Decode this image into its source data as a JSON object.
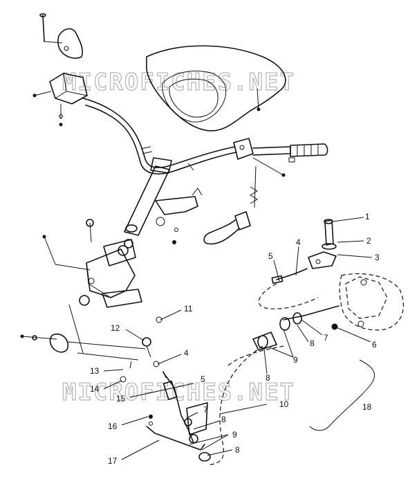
{
  "watermark": "MICROFICHES.NET",
  "callouts": [
    {
      "id": "c1",
      "label": "1"
    },
    {
      "id": "c2",
      "label": "2"
    },
    {
      "id": "c3",
      "label": "3"
    },
    {
      "id": "c4a",
      "label": "4"
    },
    {
      "id": "c5a",
      "label": "5"
    },
    {
      "id": "c6",
      "label": "6"
    },
    {
      "id": "c7a",
      "label": "7"
    },
    {
      "id": "c8a",
      "label": "8"
    },
    {
      "id": "c9a",
      "label": "9"
    },
    {
      "id": "c8b",
      "label": "8"
    },
    {
      "id": "c10",
      "label": "10"
    },
    {
      "id": "c11",
      "label": "11"
    },
    {
      "id": "c12",
      "label": "12"
    },
    {
      "id": "c4b",
      "label": "4"
    },
    {
      "id": "c13",
      "label": "13"
    },
    {
      "id": "c14",
      "label": "14"
    },
    {
      "id": "c5b",
      "label": "5"
    },
    {
      "id": "c15",
      "label": "15"
    },
    {
      "id": "c7b",
      "label": "7"
    },
    {
      "id": "c8c",
      "label": "8"
    },
    {
      "id": "c16",
      "label": "16"
    },
    {
      "id": "c9b",
      "label": "9"
    },
    {
      "id": "c8d",
      "label": "8"
    },
    {
      "id": "c17",
      "label": "17"
    },
    {
      "id": "c18",
      "label": "18"
    }
  ]
}
